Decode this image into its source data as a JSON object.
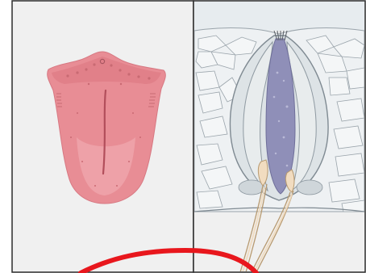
{
  "figure": {
    "panels": [
      {
        "id": "left",
        "subject": "tongue-illustration"
      },
      {
        "id": "right",
        "subject": "taste-bud-cross-section"
      }
    ],
    "colors": {
      "panel_border": "#2b2b2b",
      "panel_background": "#f0f0f0",
      "tongue_fill": "#e88d95",
      "tongue_light": "#f2b3b8",
      "tongue_dots": "#c96a73",
      "cell_outline": "#9aa4ab",
      "bud_fill": "#dde3e6",
      "receptor_fill": "#8f8fb8",
      "nerve_fill": "#f1dcc0",
      "highlight_arc": "#e8171d"
    }
  }
}
